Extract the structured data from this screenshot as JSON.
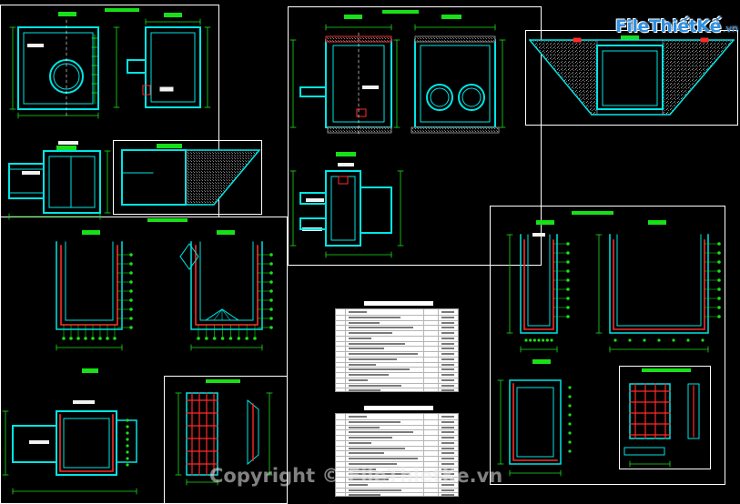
{
  "watermark": {
    "logo_main": "FileThiếtKế",
    "logo_sub": ".vn",
    "copyright": "Copyright © FileThietKe.vn"
  },
  "colors": {
    "background": "#000000",
    "frame": "#ffffff",
    "wall": "#00e5e5",
    "rebar": "#ff2a2a",
    "dimension": "#18e018",
    "hatch": "#7a7a7a",
    "text": "#f2f2f2",
    "logo": "#2f8fe0"
  },
  "icons": {
    "logo": "file-thiet-ke-logo-icon"
  }
}
